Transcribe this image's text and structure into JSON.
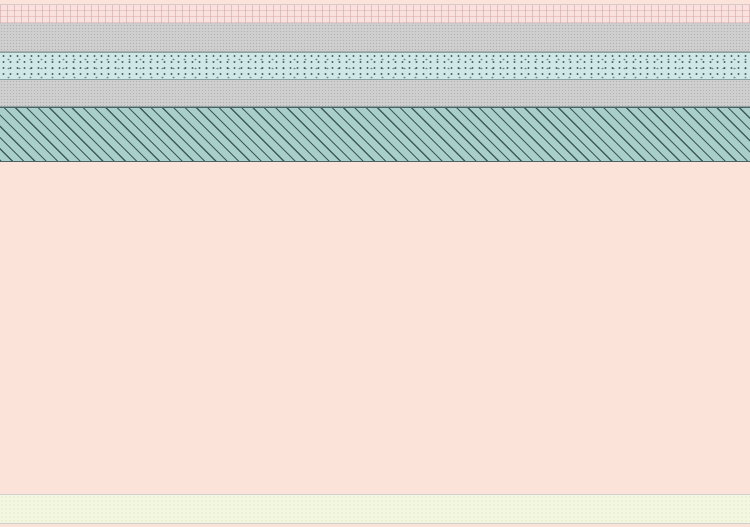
{
  "page": {
    "background_color": "#fbe3d9"
  },
  "bands": [
    {
      "pattern": "grid",
      "color": "#f9e1df"
    },
    {
      "pattern": "fine-texture",
      "color": "#cfcfcf"
    },
    {
      "pattern": "speckle",
      "color": "#cfe7e6"
    },
    {
      "pattern": "fine-texture",
      "color": "#cfcfcf"
    },
    {
      "pattern": "diagonal-stripes",
      "color": "#a9cfcb",
      "stripe_color": "#3f5858"
    },
    {
      "pattern": "fine-texture",
      "color": "#f3f7df"
    }
  ]
}
